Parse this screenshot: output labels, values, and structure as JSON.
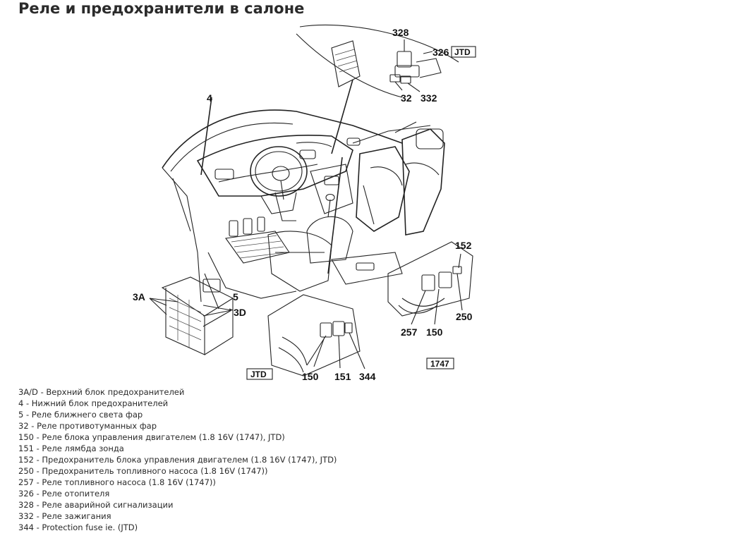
{
  "title": "Реле и предохранители в салоне",
  "diagram": {
    "callouts": {
      "c328": "328",
      "c326": "326",
      "c32": "32",
      "c332": "332",
      "c4": "4",
      "c3a": "3A",
      "c5": "5",
      "c3d": "3D",
      "c152": "152",
      "c257": "257",
      "c150a": "150",
      "c250": "250",
      "c150b": "150",
      "c151": "151",
      "c344": "344"
    },
    "tags": {
      "jtd_top": "JTD",
      "jtd_bottom": "JTD",
      "code_1747": "1747"
    }
  },
  "legend": [
    "3A/D - Верхний блок предохранителей",
    "4 - Нижний блок предохранителей",
    "5 - Реле ближнего света фар",
    "32 - Реле противотуманных фар",
    "150 - Реле блока управления двигателем (1.8 16V (1747), JTD)",
    "151 - Реле лямбда зонда",
    "152 - Предохранитель блока управления двигателем (1.8 16V (1747), JTD)",
    "250 - Предохранитель топливного насоса (1.8 16V (1747))",
    "257 - Реле топливного насоса (1.8 16V (1747))",
    "326 - Реле отопителя",
    "328 - Реле аварийной сигнализации",
    "332 - Реле зажигания",
    "344 - Protection fuse ie. (JTD)"
  ]
}
